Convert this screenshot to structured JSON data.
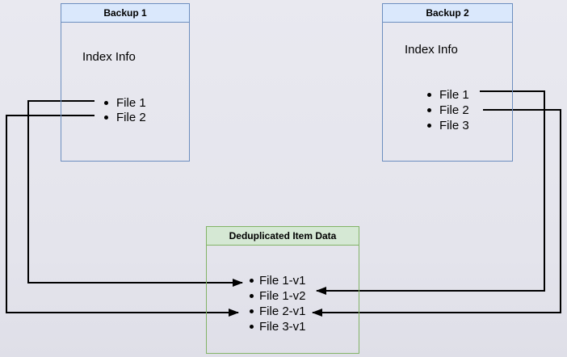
{
  "diagram": {
    "backup1": {
      "title": "Backup 1",
      "subtitle": "Index Info",
      "items": [
        "File 1",
        "File 2"
      ]
    },
    "backup2": {
      "title": "Backup 2",
      "subtitle": "Index Info",
      "items": [
        "File 1",
        "File 2",
        "File 3"
      ]
    },
    "dedup": {
      "title": "Deduplicated Item Data",
      "items": [
        "File 1-v1",
        "File 1-v2",
        "File 2-v1",
        "File 3-v1"
      ]
    },
    "connections": [
      {
        "from": "backup1 File 1",
        "to": "dedup File 1-v1"
      },
      {
        "from": "backup1 File 2",
        "to": "dedup File 2-v1"
      },
      {
        "from": "backup2 File 1",
        "to": "dedup File 1-v2"
      },
      {
        "from": "backup2 File 2",
        "to": "dedup File 2-v1"
      }
    ],
    "colors": {
      "canvas_bg": "#e4e4ec",
      "canvas_bg_top": "#e9e9f0",
      "canvas_bg_bottom": "#dfdfe8",
      "backup_header_fill": "#dae8fc",
      "backup_border": "#6c8ebf",
      "dedup_header_fill": "#d5e8d4",
      "dedup_border": "#82b366",
      "arrow": "#000000"
    }
  }
}
